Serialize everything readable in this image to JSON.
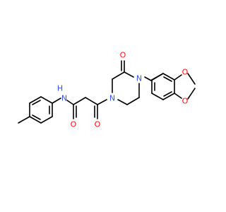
{
  "diagram": {
    "atom_labels": {
      "amide_nh": "H",
      "amide_n": "N",
      "amide_o": "O",
      "ketone_o": "O",
      "lactam_o": "O",
      "piperazine_n1": "N",
      "piperazine_n4": "N",
      "dioxole_o1": "O",
      "dioxole_o2": "O"
    },
    "colors": {
      "bond": "#000000",
      "oxygen": "#ff0d0d",
      "nitrogen": "#3050f8"
    }
  }
}
